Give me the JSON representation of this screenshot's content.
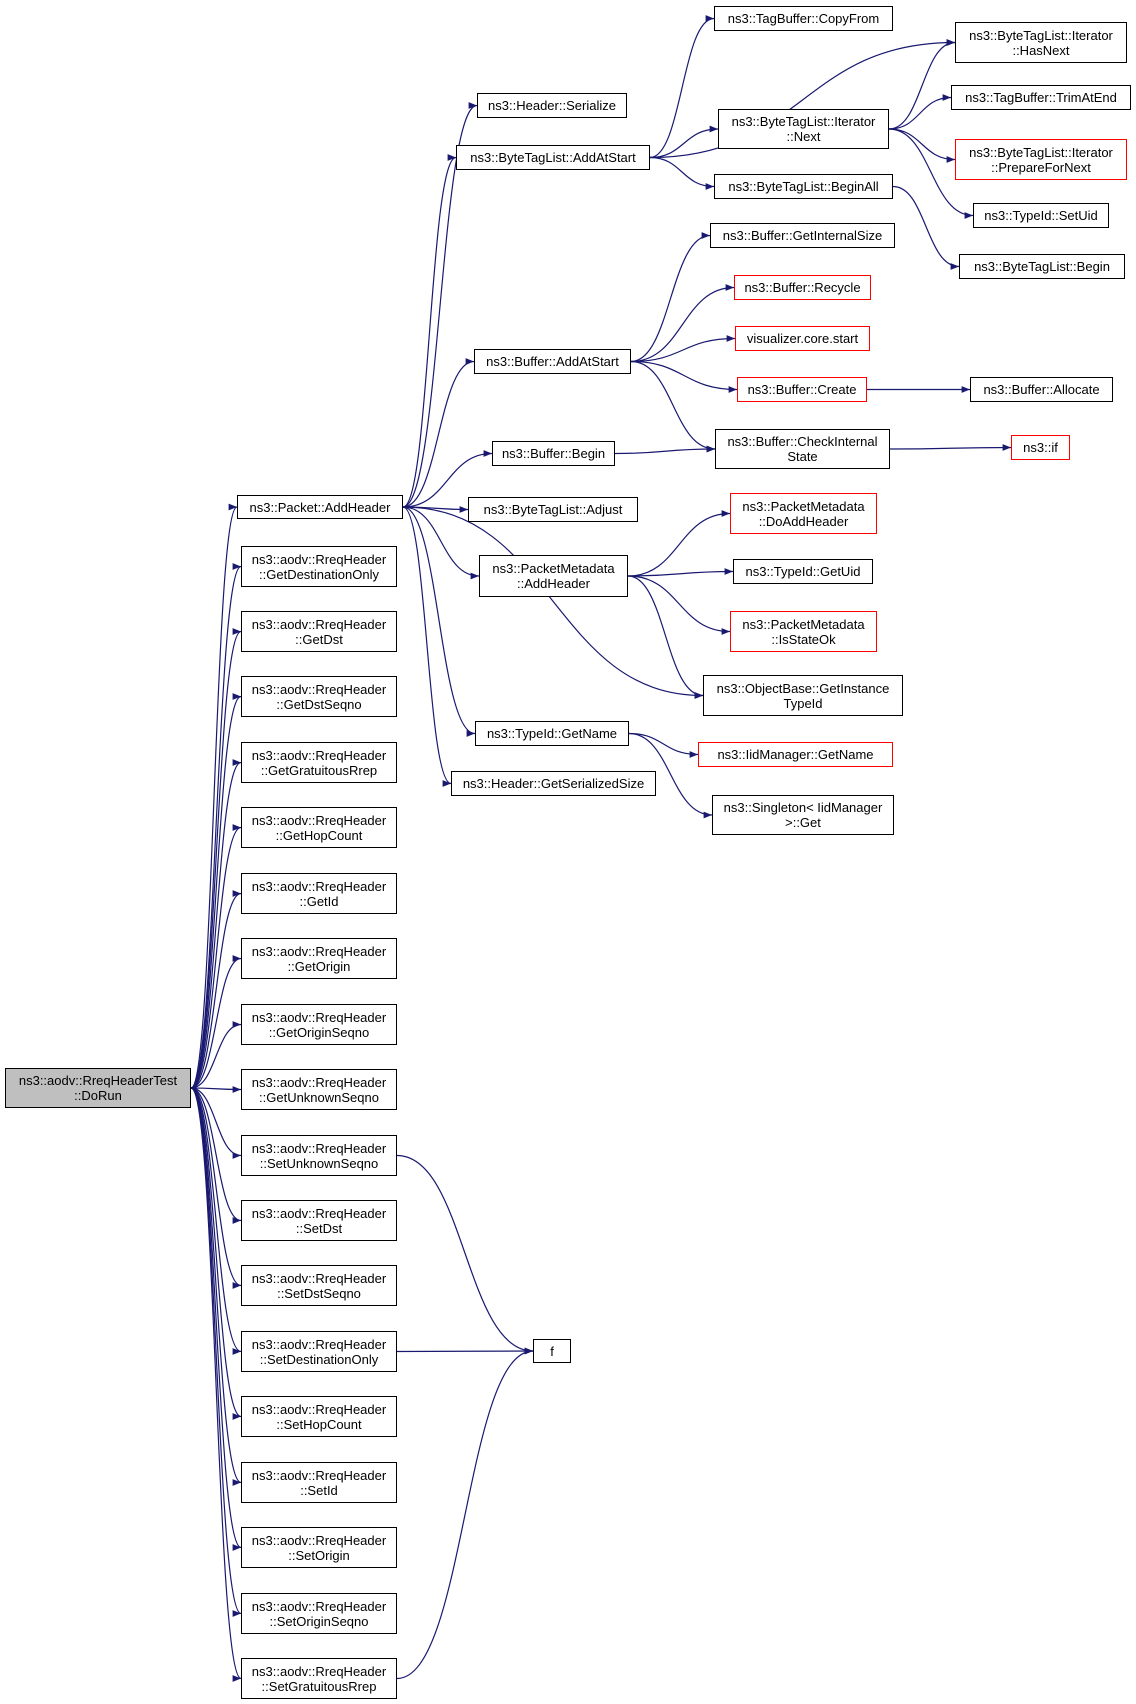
{
  "colors": {
    "edge": "#191970",
    "border": "#000000",
    "truncated_border": "#ff0000",
    "root_fill": "#bfbfbf",
    "background": "#ffffff"
  },
  "nodes": [
    {
      "id": "dorun",
      "lines": [
        "ns3::aodv::RreqHeaderTest",
        "::DoRun"
      ],
      "root": true
    },
    {
      "id": "addheader",
      "lines": [
        "ns3::Packet::AddHeader"
      ]
    },
    {
      "id": "getdestonly",
      "lines": [
        "ns3::aodv::RreqHeader",
        "::GetDestinationOnly"
      ]
    },
    {
      "id": "getdst",
      "lines": [
        "ns3::aodv::RreqHeader",
        "::GetDst"
      ]
    },
    {
      "id": "getdstseqno",
      "lines": [
        "ns3::aodv::RreqHeader",
        "::GetDstSeqno"
      ]
    },
    {
      "id": "getgratrrep",
      "lines": [
        "ns3::aodv::RreqHeader",
        "::GetGratuitousRrep"
      ]
    },
    {
      "id": "gethopcount",
      "lines": [
        "ns3::aodv::RreqHeader",
        "::GetHopCount"
      ]
    },
    {
      "id": "getid",
      "lines": [
        "ns3::aodv::RreqHeader",
        "::GetId"
      ]
    },
    {
      "id": "getorigin",
      "lines": [
        "ns3::aodv::RreqHeader",
        "::GetOrigin"
      ]
    },
    {
      "id": "getoriginseqno",
      "lines": [
        "ns3::aodv::RreqHeader",
        "::GetOriginSeqno"
      ]
    },
    {
      "id": "getunknownseqno",
      "lines": [
        "ns3::aodv::RreqHeader",
        "::GetUnknownSeqno"
      ]
    },
    {
      "id": "setunknownseqno",
      "lines": [
        "ns3::aodv::RreqHeader",
        "::SetUnknownSeqno"
      ]
    },
    {
      "id": "setdst",
      "lines": [
        "ns3::aodv::RreqHeader",
        "::SetDst"
      ]
    },
    {
      "id": "setdstseqno",
      "lines": [
        "ns3::aodv::RreqHeader",
        "::SetDstSeqno"
      ]
    },
    {
      "id": "setdestonly",
      "lines": [
        "ns3::aodv::RreqHeader",
        "::SetDestinationOnly"
      ]
    },
    {
      "id": "sethopcount",
      "lines": [
        "ns3::aodv::RreqHeader",
        "::SetHopCount"
      ]
    },
    {
      "id": "setid",
      "lines": [
        "ns3::aodv::RreqHeader",
        "::SetId"
      ]
    },
    {
      "id": "setorigin",
      "lines": [
        "ns3::aodv::RreqHeader",
        "::SetOrigin"
      ]
    },
    {
      "id": "setoriginseqno",
      "lines": [
        "ns3::aodv::RreqHeader",
        "::SetOriginSeqno"
      ]
    },
    {
      "id": "setgratrrep",
      "lines": [
        "ns3::aodv::RreqHeader",
        "::SetGratuitousRrep"
      ]
    },
    {
      "id": "f",
      "lines": [
        "f"
      ]
    },
    {
      "id": "hdrserialize",
      "lines": [
        "ns3::Header::Serialize"
      ]
    },
    {
      "id": "btladdatstart",
      "lines": [
        "ns3::ByteTagList::AddAtStart"
      ]
    },
    {
      "id": "bufaddatstart",
      "lines": [
        "ns3::Buffer::AddAtStart"
      ]
    },
    {
      "id": "bufbegin",
      "lines": [
        "ns3::Buffer::Begin"
      ]
    },
    {
      "id": "btladjust",
      "lines": [
        "ns3::ByteTagList::Adjust"
      ]
    },
    {
      "id": "pmaddheader",
      "lines": [
        "ns3::PacketMetadata",
        "::AddHeader"
      ]
    },
    {
      "id": "tidgetname",
      "lines": [
        "ns3::TypeId::GetName"
      ]
    },
    {
      "id": "hdrgetsize",
      "lines": [
        "ns3::Header::GetSerializedSize"
      ]
    },
    {
      "id": "tagbufcopyfrom",
      "lines": [
        "ns3::TagBuffer::CopyFrom"
      ]
    },
    {
      "id": "btlitnext",
      "lines": [
        "ns3::ByteTagList::Iterator",
        "::Next"
      ]
    },
    {
      "id": "btlbeginall",
      "lines": [
        "ns3::ByteTagList::BeginAll"
      ]
    },
    {
      "id": "bufgetintsize",
      "lines": [
        "ns3::Buffer::GetInternalSize"
      ]
    },
    {
      "id": "bufrecycle",
      "lines": [
        "ns3::Buffer::Recycle"
      ],
      "truncated": true
    },
    {
      "id": "vizstart",
      "lines": [
        "visualizer.core.start"
      ],
      "truncated": true
    },
    {
      "id": "bufcreate",
      "lines": [
        "ns3::Buffer::Create"
      ],
      "truncated": true
    },
    {
      "id": "bufcheckint",
      "lines": [
        "ns3::Buffer::CheckInternal",
        "State"
      ]
    },
    {
      "id": "pmdoaddheader",
      "lines": [
        "ns3::PacketMetadata",
        "::DoAddHeader"
      ],
      "truncated": true
    },
    {
      "id": "tidgetuid",
      "lines": [
        "ns3::TypeId::GetUid"
      ]
    },
    {
      "id": "pmisstateok",
      "lines": [
        "ns3::PacketMetadata",
        "::IsStateOk"
      ],
      "truncated": true
    },
    {
      "id": "objgetinsttid",
      "lines": [
        "ns3::ObjectBase::GetInstance",
        "TypeId"
      ]
    },
    {
      "id": "iidmgetname",
      "lines": [
        "ns3::IidManager::GetName"
      ],
      "truncated": true
    },
    {
      "id": "singletonget",
      "lines": [
        "ns3::Singleton< IidManager",
        ">::Get"
      ]
    },
    {
      "id": "btlithasnext",
      "lines": [
        "ns3::ByteTagList::Iterator",
        "::HasNext"
      ]
    },
    {
      "id": "tagbuftrim",
      "lines": [
        "ns3::TagBuffer::TrimAtEnd"
      ]
    },
    {
      "id": "btlitprepare",
      "lines": [
        "ns3::ByteTagList::Iterator",
        "::PrepareForNext"
      ],
      "truncated": true
    },
    {
      "id": "tidsetuid",
      "lines": [
        "ns3::TypeId::SetUid"
      ]
    },
    {
      "id": "btlbegin",
      "lines": [
        "ns3::ByteTagList::Begin"
      ]
    },
    {
      "id": "bufallocate",
      "lines": [
        "ns3::Buffer::Allocate"
      ]
    },
    {
      "id": "ns3if",
      "lines": [
        "ns3::if"
      ],
      "truncated": true
    }
  ],
  "edges": [
    [
      "dorun",
      "addheader"
    ],
    [
      "dorun",
      "getdestonly"
    ],
    [
      "dorun",
      "getdst"
    ],
    [
      "dorun",
      "getdstseqno"
    ],
    [
      "dorun",
      "getgratrrep"
    ],
    [
      "dorun",
      "gethopcount"
    ],
    [
      "dorun",
      "getid"
    ],
    [
      "dorun",
      "getorigin"
    ],
    [
      "dorun",
      "getoriginseqno"
    ],
    [
      "dorun",
      "getunknownseqno"
    ],
    [
      "dorun",
      "setunknownseqno"
    ],
    [
      "dorun",
      "setdst"
    ],
    [
      "dorun",
      "setdstseqno"
    ],
    [
      "dorun",
      "setdestonly"
    ],
    [
      "dorun",
      "sethopcount"
    ],
    [
      "dorun",
      "setid"
    ],
    [
      "dorun",
      "setorigin"
    ],
    [
      "dorun",
      "setoriginseqno"
    ],
    [
      "dorun",
      "setgratrrep"
    ],
    [
      "setunknownseqno",
      "f"
    ],
    [
      "setdestonly",
      "f"
    ],
    [
      "setgratrrep",
      "f"
    ],
    [
      "addheader",
      "hdrserialize"
    ],
    [
      "addheader",
      "btladdatstart"
    ],
    [
      "addheader",
      "bufaddatstart"
    ],
    [
      "addheader",
      "bufbegin"
    ],
    [
      "addheader",
      "btladjust"
    ],
    [
      "addheader",
      "pmaddheader"
    ],
    [
      "addheader",
      "objgetinsttid"
    ],
    [
      "addheader",
      "tidgetname"
    ],
    [
      "addheader",
      "hdrgetsize"
    ],
    [
      "btladdatstart",
      "tagbufcopyfrom"
    ],
    [
      "btladdatstart",
      "btlithasnext"
    ],
    [
      "btladdatstart",
      "btlitnext"
    ],
    [
      "btladdatstart",
      "btlbeginall"
    ],
    [
      "btlitnext",
      "btlithasnext"
    ],
    [
      "btlitnext",
      "tagbuftrim"
    ],
    [
      "btlitnext",
      "btlitprepare"
    ],
    [
      "btlitnext",
      "tidsetuid"
    ],
    [
      "btlbeginall",
      "btlbegin"
    ],
    [
      "bufaddatstart",
      "bufgetintsize"
    ],
    [
      "bufaddatstart",
      "bufrecycle"
    ],
    [
      "bufaddatstart",
      "vizstart"
    ],
    [
      "bufaddatstart",
      "bufcreate"
    ],
    [
      "bufaddatstart",
      "bufcheckint"
    ],
    [
      "bufcreate",
      "bufallocate"
    ],
    [
      "bufbegin",
      "bufcheckint"
    ],
    [
      "bufcheckint",
      "ns3if"
    ],
    [
      "pmaddheader",
      "pmdoaddheader"
    ],
    [
      "pmaddheader",
      "tidgetuid"
    ],
    [
      "pmaddheader",
      "pmisstateok"
    ],
    [
      "pmaddheader",
      "objgetinsttid"
    ],
    [
      "tidgetname",
      "iidmgetname"
    ],
    [
      "tidgetname",
      "singletonget"
    ]
  ]
}
